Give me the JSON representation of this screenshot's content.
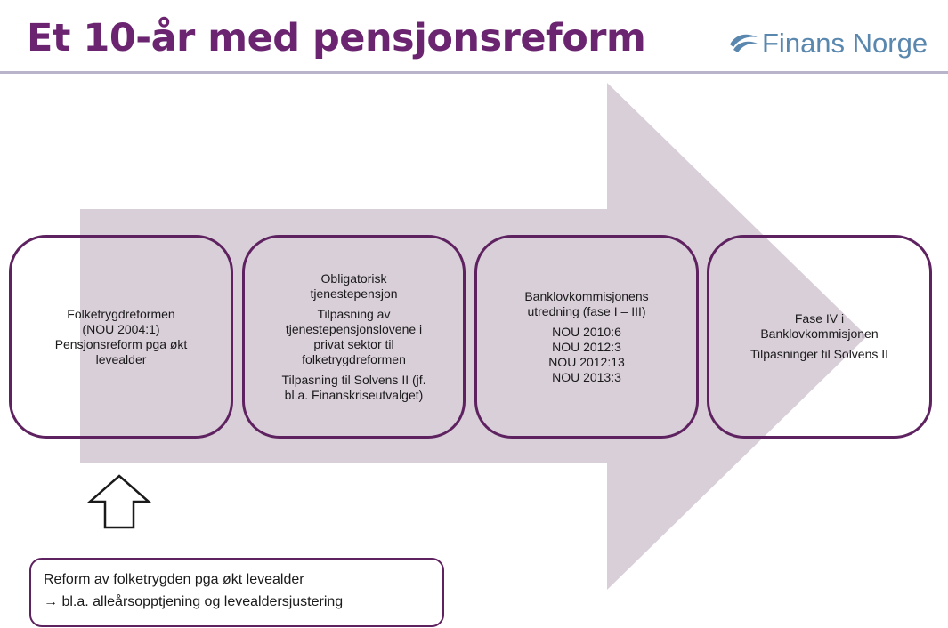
{
  "header": {
    "title": "Et 10-år med pensjonsreform",
    "logo_text": "Finans Norge"
  },
  "phases": [
    {
      "lines_a": [
        "Folketrygdreformen",
        "(NOU 2004:1)",
        "Pensjonsreform pga økt",
        "levealder"
      ]
    },
    {
      "lines_a": [
        "Obligatorisk",
        "tjenestepensjon"
      ],
      "lines_b": [
        "Tilpasning av",
        "tjenestepensjonslovene i",
        "privat sektor til",
        "folketrygdreformen"
      ],
      "lines_c": [
        "Tilpasning til Solvens II (jf.",
        "bl.a. Finanskriseutvalget)"
      ]
    },
    {
      "lines_a": [
        "Banklovkommisjonens",
        "utredning (fase I – III)"
      ],
      "lines_b": [
        "NOU 2010:6",
        "NOU 2012:3",
        "NOU 2012:13",
        "NOU 2013:3"
      ]
    },
    {
      "lines_a": [
        "Fase IV  i",
        "Banklovkommisjonen"
      ],
      "lines_b": [
        "Tilpasninger til Solvens II"
      ]
    }
  ],
  "note": {
    "line1": "Reform av folketrygden pga økt levealder",
    "line2": "→ bl.a. alleårsopptjening og levealdersjustering"
  },
  "colors": {
    "title": "#6b2470",
    "border": "#5e2260",
    "arrow": "#d9cfd9",
    "logo": "#5a87ae",
    "rule": "#b9b4cc"
  }
}
